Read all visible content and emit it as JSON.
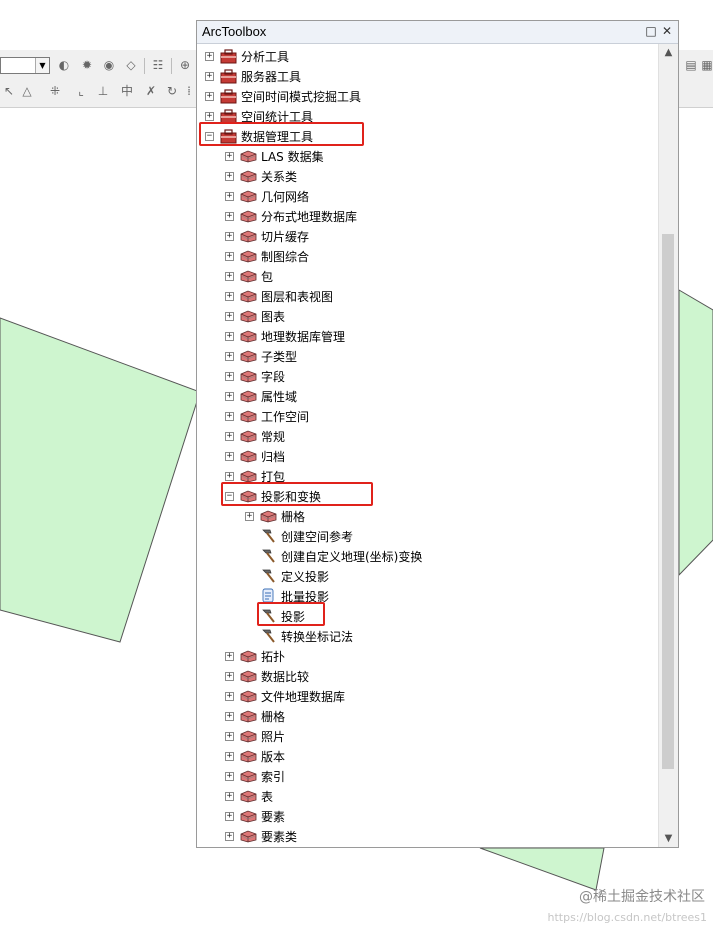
{
  "window": {
    "title": "ArcToolbox",
    "restore_glyph": "□",
    "close_glyph": "✕"
  },
  "colors": {
    "map_polygon": "#cef5cf",
    "map_polygon_stroke": "#555555",
    "highlight": "#e0221b",
    "toolbox_red": "#c43a35"
  },
  "tree": [
    {
      "label": "分析工具",
      "icon": "toolbox-icon",
      "expander": "+",
      "level": 0
    },
    {
      "label": "服务器工具",
      "icon": "toolbox-icon",
      "expander": "+",
      "level": 0
    },
    {
      "label": "空间时间模式挖掘工具",
      "icon": "toolbox-icon",
      "expander": "+",
      "level": 0
    },
    {
      "label": "空间统计工具",
      "icon": "toolbox-icon",
      "expander": "+",
      "level": 0
    },
    {
      "label": "数据管理工具",
      "icon": "toolbox-open-icon",
      "expander": "−",
      "level": 0
    },
    {
      "label": "LAS 数据集",
      "icon": "toolset-icon",
      "expander": "+",
      "level": 1
    },
    {
      "label": "关系类",
      "icon": "toolset-icon",
      "expander": "+",
      "level": 1
    },
    {
      "label": "几何网络",
      "icon": "toolset-icon",
      "expander": "+",
      "level": 1
    },
    {
      "label": "分布式地理数据库",
      "icon": "toolset-icon",
      "expander": "+",
      "level": 1
    },
    {
      "label": "切片缓存",
      "icon": "toolset-icon",
      "expander": "+",
      "level": 1
    },
    {
      "label": "制图综合",
      "icon": "toolset-icon",
      "expander": "+",
      "level": 1
    },
    {
      "label": "包",
      "icon": "toolset-icon",
      "expander": "+",
      "level": 1
    },
    {
      "label": "图层和表视图",
      "icon": "toolset-icon",
      "expander": "+",
      "level": 1
    },
    {
      "label": "图表",
      "icon": "toolset-icon",
      "expander": "+",
      "level": 1
    },
    {
      "label": "地理数据库管理",
      "icon": "toolset-icon",
      "expander": "+",
      "level": 1
    },
    {
      "label": "子类型",
      "icon": "toolset-icon",
      "expander": "+",
      "level": 1
    },
    {
      "label": "字段",
      "icon": "toolset-icon",
      "expander": "+",
      "level": 1
    },
    {
      "label": "属性域",
      "icon": "toolset-icon",
      "expander": "+",
      "level": 1
    },
    {
      "label": "工作空间",
      "icon": "toolset-icon",
      "expander": "+",
      "level": 1
    },
    {
      "label": "常规",
      "icon": "toolset-icon",
      "expander": "+",
      "level": 1
    },
    {
      "label": "归档",
      "icon": "toolset-icon",
      "expander": "+",
      "level": 1
    },
    {
      "label": "打包",
      "icon": "toolset-icon",
      "expander": "+",
      "level": 1
    },
    {
      "label": "投影和变换",
      "icon": "toolset-open-icon",
      "expander": "−",
      "level": 1
    },
    {
      "label": "栅格",
      "icon": "toolset-icon",
      "expander": "+",
      "level": 2
    },
    {
      "label": "创建空间参考",
      "icon": "hammer-icon",
      "expander": "",
      "level": 2
    },
    {
      "label": "创建自定义地理(坐标)变换",
      "icon": "hammer-icon",
      "expander": "",
      "level": 2
    },
    {
      "label": "定义投影",
      "icon": "hammer-icon",
      "expander": "",
      "level": 2
    },
    {
      "label": "批量投影",
      "icon": "script-icon",
      "expander": "",
      "level": 2
    },
    {
      "label": "投影",
      "icon": "hammer-icon",
      "expander": "",
      "level": 2
    },
    {
      "label": "转换坐标记法",
      "icon": "hammer-icon",
      "expander": "",
      "level": 2
    },
    {
      "label": "拓扑",
      "icon": "toolset-icon",
      "expander": "+",
      "level": 1
    },
    {
      "label": "数据比较",
      "icon": "toolset-icon",
      "expander": "+",
      "level": 1
    },
    {
      "label": "文件地理数据库",
      "icon": "toolset-icon",
      "expander": "+",
      "level": 1
    },
    {
      "label": "栅格",
      "icon": "toolset-icon",
      "expander": "+",
      "level": 1
    },
    {
      "label": "照片",
      "icon": "toolset-icon",
      "expander": "+",
      "level": 1
    },
    {
      "label": "版本",
      "icon": "toolset-icon",
      "expander": "+",
      "level": 1
    },
    {
      "label": "索引",
      "icon": "toolset-icon",
      "expander": "+",
      "level": 1
    },
    {
      "label": "表",
      "icon": "toolset-icon",
      "expander": "+",
      "level": 1
    },
    {
      "label": "要素",
      "icon": "toolset-icon",
      "expander": "+",
      "level": 1
    },
    {
      "label": "要素类",
      "icon": "toolset-icon",
      "expander": "+",
      "level": 1
    }
  ],
  "highlighted": [
    "数据管理工具",
    "投影和变换",
    "投影"
  ],
  "watermark": {
    "brand": "@稀土掘金技术社区",
    "url": "https://blog.csdn.net/btrees1"
  }
}
